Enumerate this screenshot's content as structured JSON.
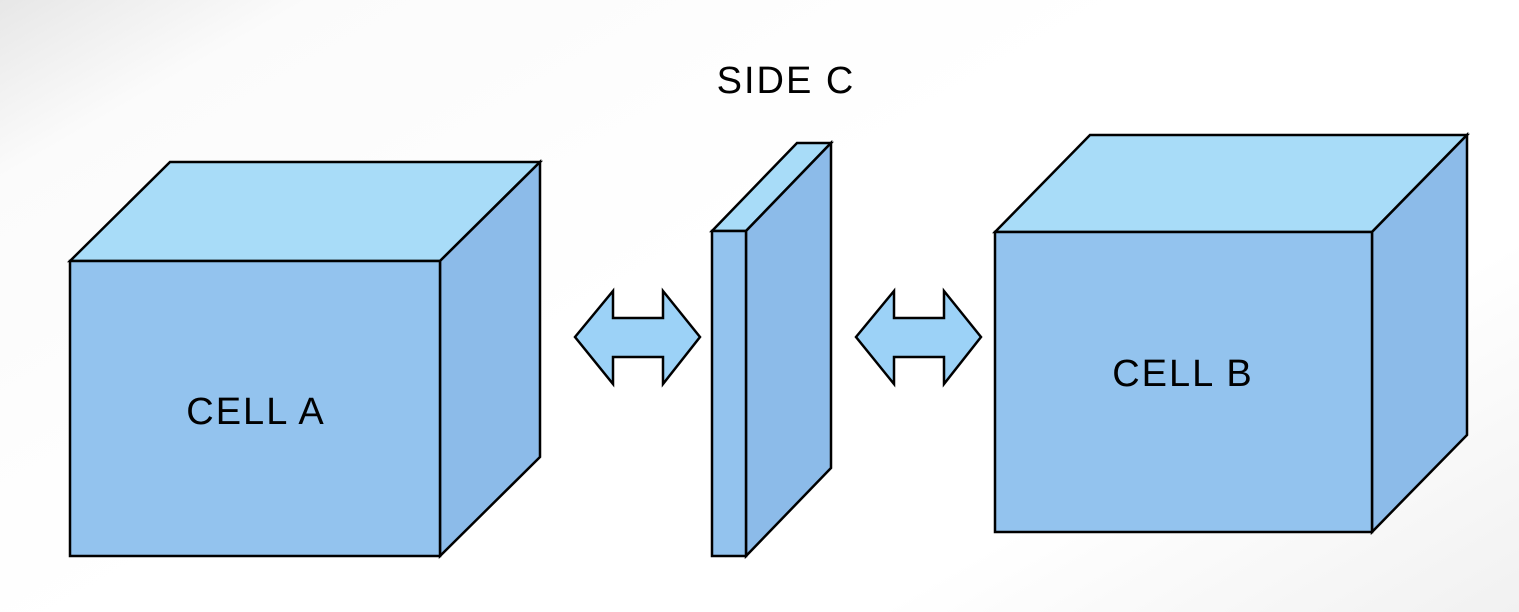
{
  "diagram": {
    "side_c_label": "SIDE C",
    "cell_a_label": "CELL A",
    "cell_b_label": "CELL B",
    "colors": {
      "face_top": "#a8dcf8",
      "face_front": "#93c3ee",
      "face_side": "#8cbbe9",
      "arrow_fill": "#9cd2f7",
      "outline": "#000000",
      "text": "#000000"
    }
  }
}
